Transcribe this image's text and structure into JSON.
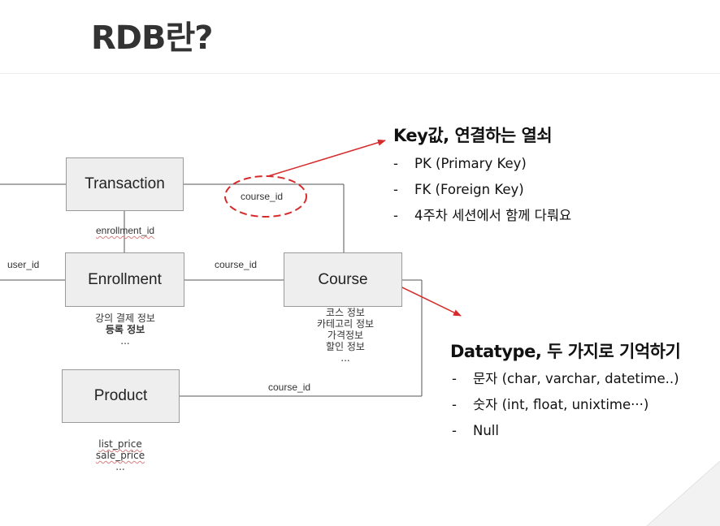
{
  "title": "RDB란?",
  "entities": {
    "transaction": "Transaction",
    "enrollment": "Enrollment",
    "course": "Course",
    "product": "Product"
  },
  "links": {
    "transaction_course": "course_id",
    "transaction_enrollment": "enrollment_id",
    "enrollment_course": "course_id",
    "enrollment_user": "user_id",
    "product_course": "course_id"
  },
  "notes": {
    "enrollment": [
      "강의 결제 정보",
      "등록 정보",
      "..."
    ],
    "course": [
      "코스 정보",
      "카테고리 정보",
      "가격정보",
      "할인 정보",
      "..."
    ],
    "product": [
      "list_price",
      "sale_price",
      "..."
    ]
  },
  "key_panel": {
    "title": "Key값, 연결하는 열쇠",
    "items": [
      "PK (Primary Key)",
      "FK (Foreign Key)",
      "4주차 세션에서 함께 다뤄요"
    ]
  },
  "datatype_panel": {
    "title": "Datatype, 두 가지로 기억하기",
    "items": [
      "문자 (char, varchar, datetime..)",
      "숫자 (int, float, unixtime···)",
      "Null"
    ]
  },
  "bullet_marker": "-",
  "colors": {
    "highlight": "#d62b2b",
    "box_fill": "#eeeeee",
    "box_border": "#9a9a9a",
    "line": "#555555"
  }
}
